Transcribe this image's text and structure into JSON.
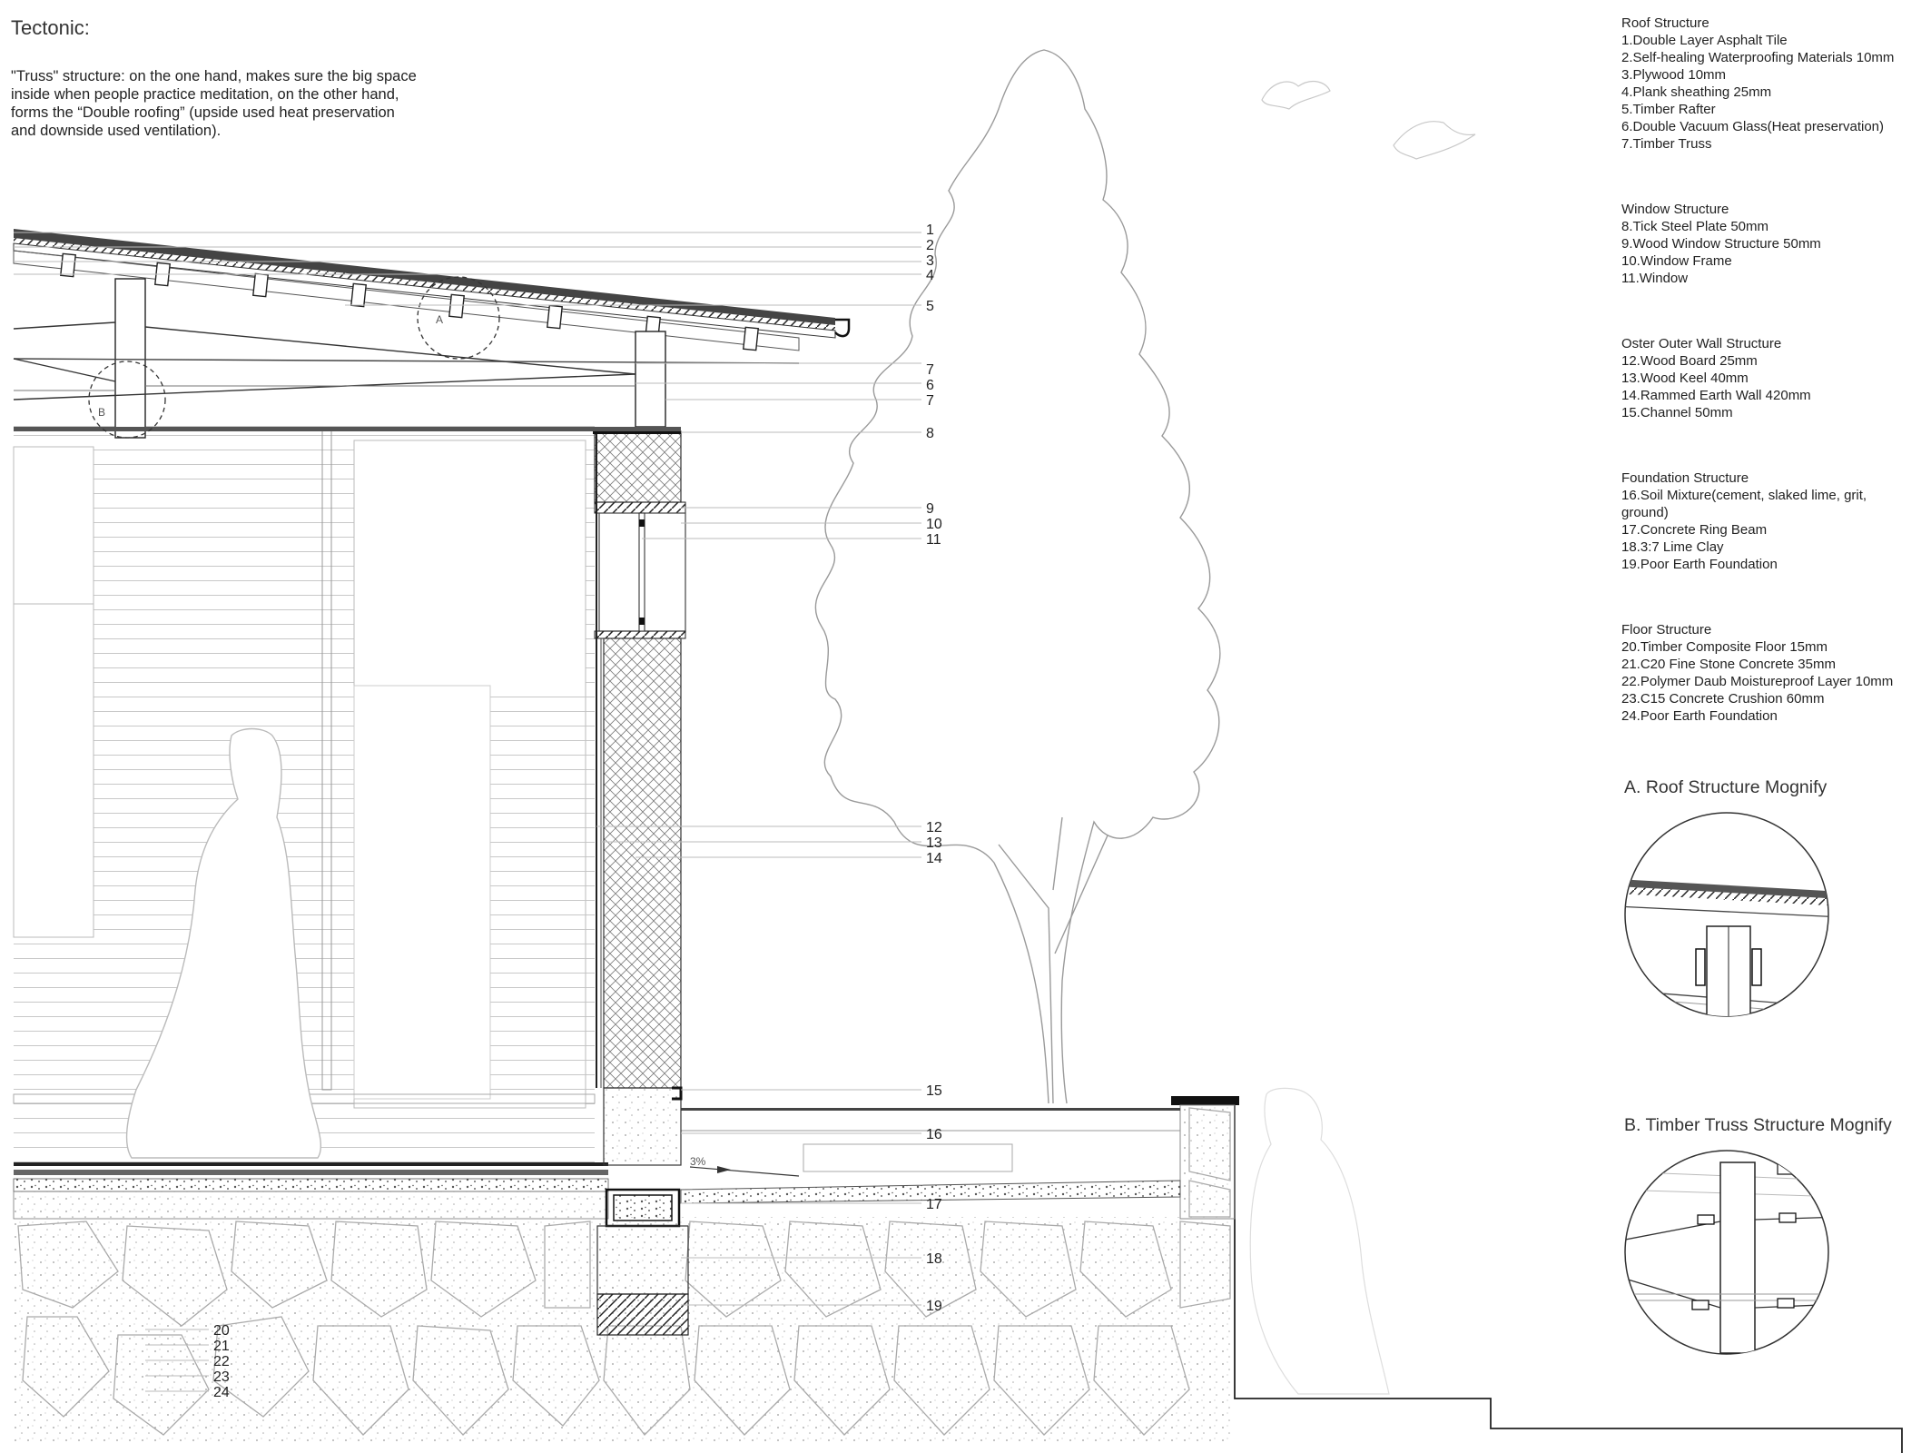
{
  "title": "Tectonic:",
  "intro": "\"Truss\" structure: on the one hand, makes sure the big space inside when people practice meditation, on the other hand, forms the “Double roofing” (upside used heat preservation and downside used ventilation).",
  "legend": [
    {
      "heading": "Roof Structure",
      "items": [
        "1.Double Layer Asphalt Tile",
        "2.Self-healing Waterproofing Materials 10mm",
        "3.Plywood 10mm",
        "4.Plank sheathing 25mm",
        "5.Timber Rafter",
        "6.Double Vacuum Glass(Heat preservation)",
        "7.Timber Truss"
      ]
    },
    {
      "heading": "Window Structure",
      "items": [
        "8.Tick Steel Plate 50mm",
        "9.Wood Window Structure 50mm",
        "10.Window Frame",
        "11.Window"
      ]
    },
    {
      "heading": "Oster Outer Wall Structure",
      "items": [
        "12.Wood Board 25mm",
        "13.Wood Keel  40mm",
        "14.Rammed Earth Wall 420mm",
        "15.Channel 50mm"
      ]
    },
    {
      "heading": "Foundation Structure",
      "items": [
        "16.Soil Mixture(cement, slaked lime, grit, ground)",
        "17.Concrete Ring Beam",
        "18.3:7 Lime Clay",
        "19.Poor Earth Foundation"
      ]
    },
    {
      "heading": "Floor Structure",
      "items": [
        "20.Timber Composite Floor 15mm",
        "21.C20 Fine Stone Concrete 35mm",
        "22.Polymer Daub Moistureproof Layer 10mm",
        "23.C15 Concrete Crushion 60mm",
        "24.Poor Earth Foundation"
      ]
    }
  ],
  "magnify": {
    "a_title": "A. Roof Structure Mognify",
    "b_title": "B. Timber Truss Structure Mognify",
    "a_marker": "A",
    "b_marker": "B"
  },
  "callouts": [
    "1",
    "2",
    "3",
    "4",
    "5",
    "7",
    "6",
    "7",
    "8",
    "9",
    "10",
    "11",
    "12",
    "13",
    "14",
    "15",
    "16",
    "17",
    "18",
    "19"
  ],
  "floor_callouts": [
    "20",
    "21",
    "22",
    "23",
    "24"
  ],
  "slope_label": "3%"
}
